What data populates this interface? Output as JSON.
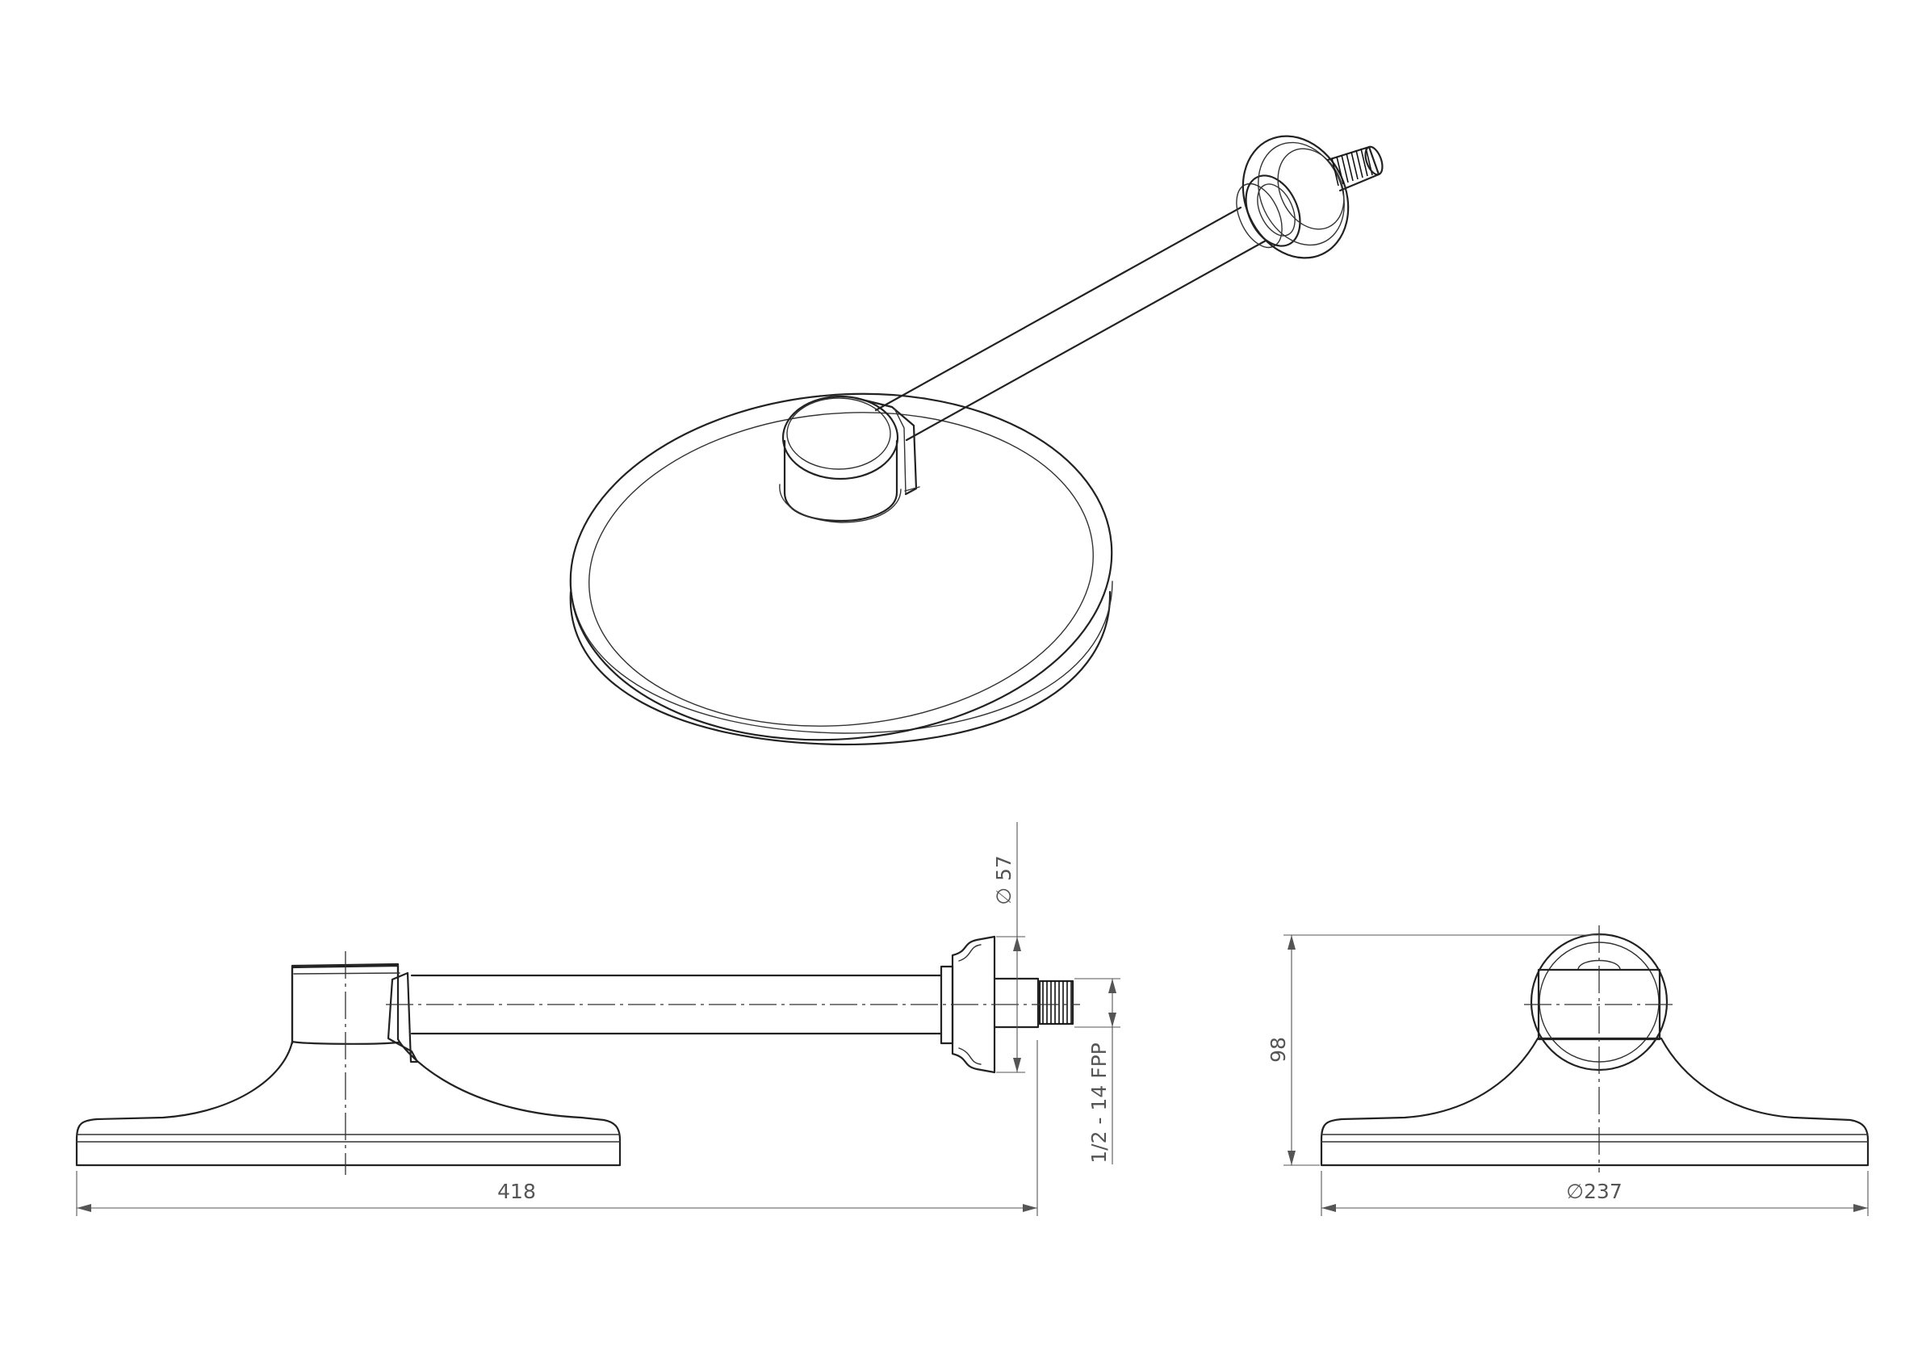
{
  "drawing": {
    "dimensions": {
      "overall_length": "418",
      "flange_diameter": "∅ 57",
      "thread_spec": "1/2 - 14 FPP",
      "head_height": "98",
      "head_diameter": "∅237"
    },
    "line_color": "#222222",
    "dimension_color": "#555555",
    "background": "#ffffff"
  }
}
